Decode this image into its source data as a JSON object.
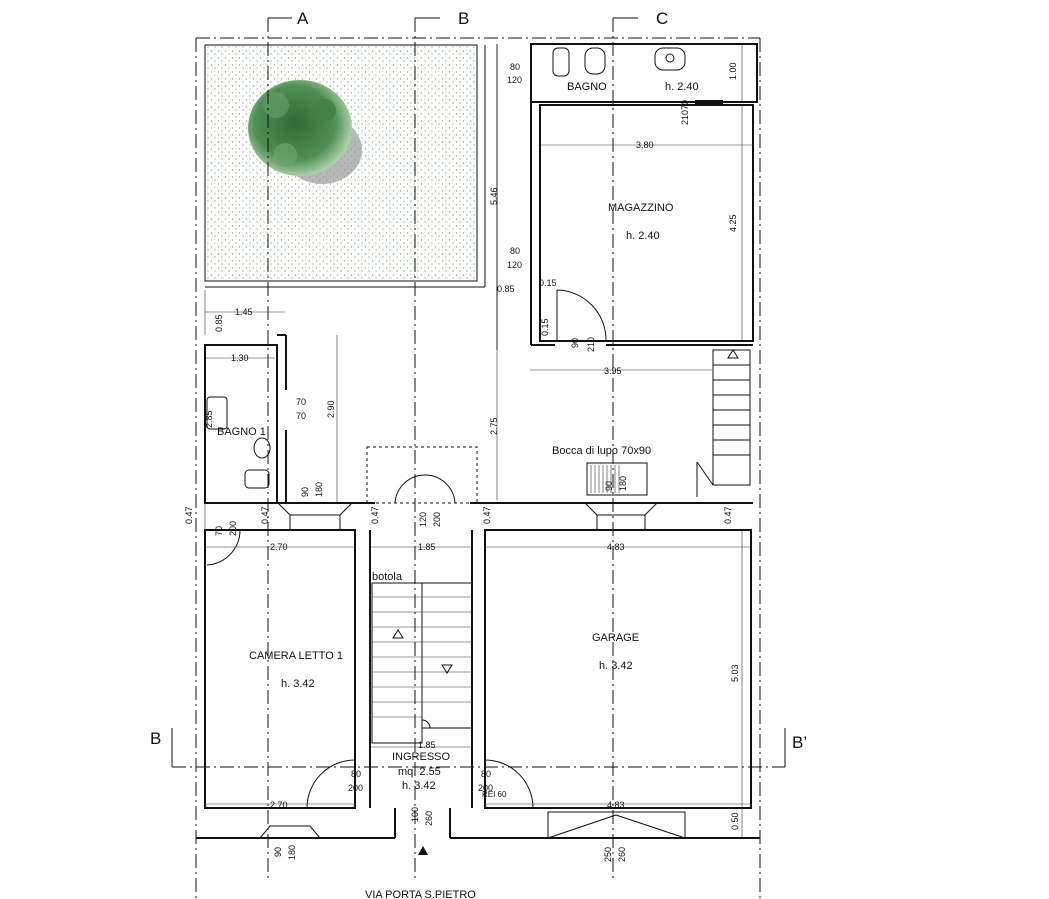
{
  "axes": {
    "a": "A",
    "b": "B",
    "c": "C",
    "b_left": "B",
    "b_right": "B’"
  },
  "street": "VIA PORTA S.PIETRO",
  "rooms": {
    "bagno_name": "BAGNO",
    "bagno_h": "h. 2.40",
    "magazzino_name": "MAGAZZINO",
    "magazzino_h": "h. 2.40",
    "bagno1_name": "BAGNO 1",
    "camera_name": "CAMERA LETTO 1",
    "camera_h": "h. 3.42",
    "garage_name": "GARAGE",
    "garage_h": "h. 3.42",
    "ingresso_name": "INGRESSO",
    "ingresso_mq": "mq. 2.55",
    "ingresso_h": "h. 3.42",
    "botola": "botola",
    "bocca": "Bocca di lupo 70x90",
    "rei": "REI 60"
  },
  "dims": {
    "d80a": "80",
    "d120a": "120",
    "d100": "1.00",
    "d70a": "70",
    "d210a": "210",
    "d380": "3.80",
    "d425": "4.25",
    "d546": "5.46",
    "d80b": "80",
    "d120b": "120",
    "d085": "0.85",
    "d015a": "0.15",
    "d015b": "0.15",
    "d90a": "90",
    "d210b": "210",
    "d395": "3.95",
    "d085v": "0.85",
    "d145": "1.45",
    "d130": "1.30",
    "d285": "2.85",
    "d70b": "70",
    "d70c": "70",
    "d290": "2.90",
    "d275": "2.75",
    "d90b": "90",
    "d180a": "180",
    "d90c": "90",
    "d180b": "180",
    "d120c": "120",
    "d200a": "200",
    "d047a": "0.47",
    "d047b": "0.47",
    "d047c": "0.47",
    "d047d": "0.47",
    "d047e": "0.47",
    "d70d": "70",
    "d200b": "200",
    "d270a": "2.70",
    "d185a": "1.85",
    "d483a": "4.83",
    "d503": "5.03",
    "d185b": "1.85",
    "d80c": "80",
    "d200c": "200",
    "d80d": "80",
    "d200d": "200",
    "d270b": "2.70",
    "d483b": "4.83",
    "d050": "0.50",
    "d100b": "100",
    "d260a": "260",
    "d90d": "90",
    "d180c": "180",
    "d250": "250",
    "d260b": "260"
  }
}
